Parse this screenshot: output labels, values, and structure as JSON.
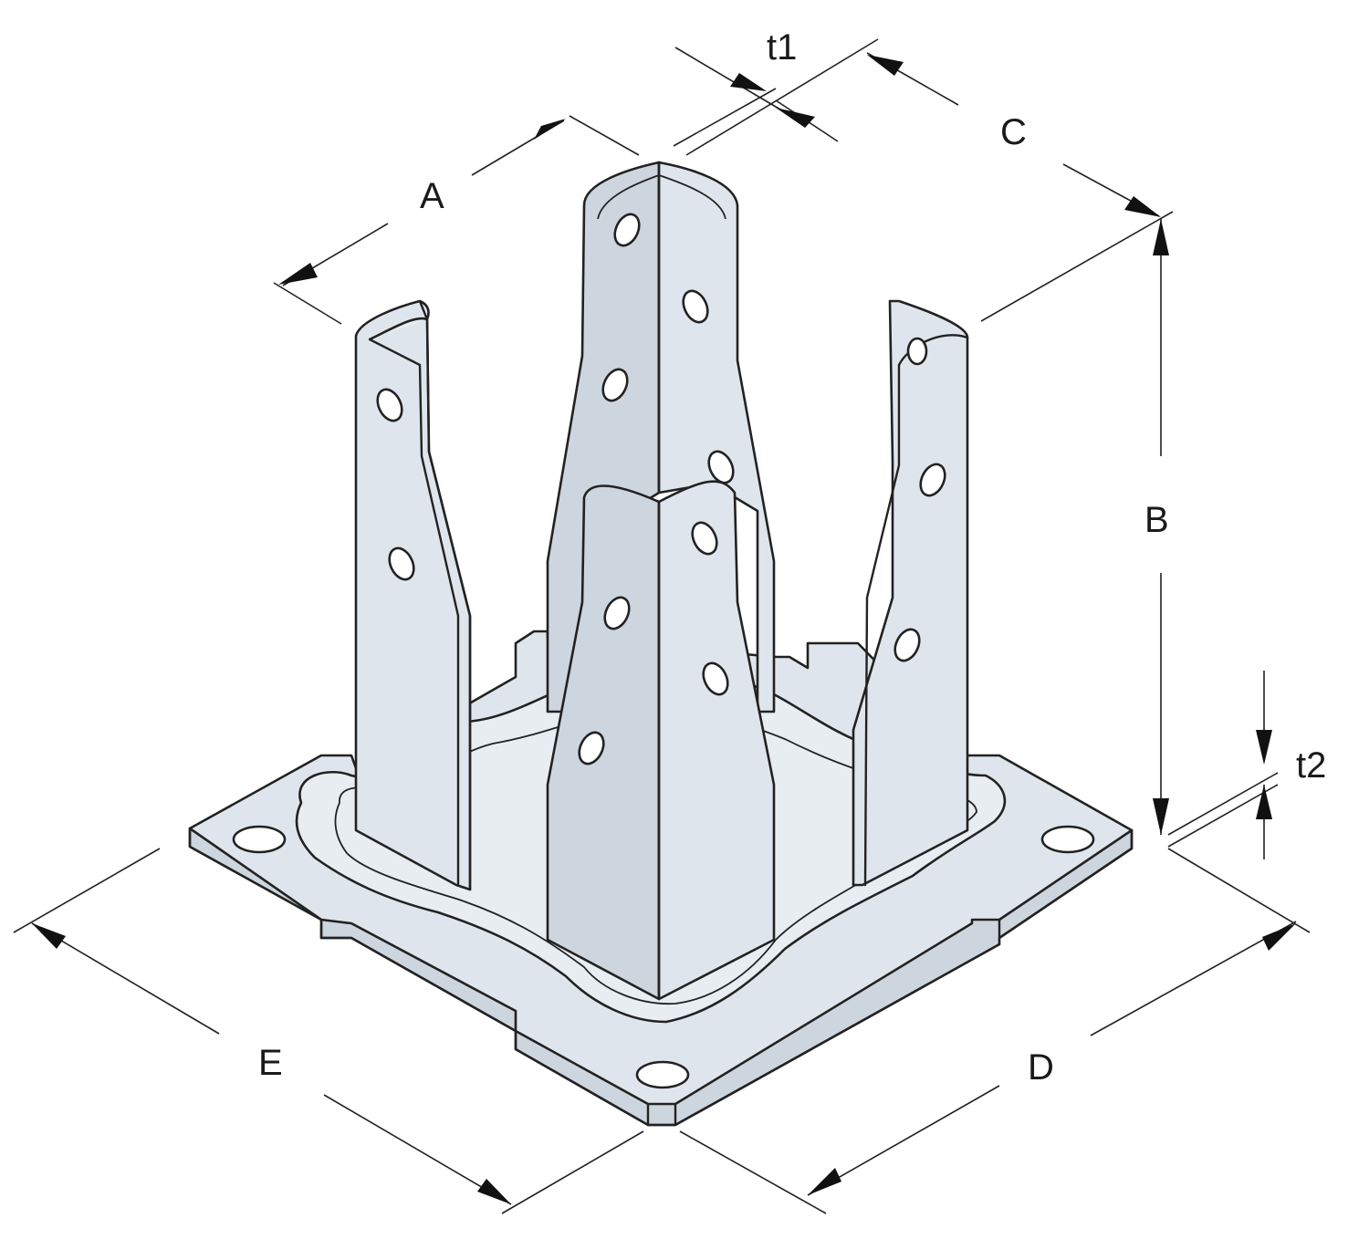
{
  "diagram": {
    "labels": {
      "A": "A",
      "B": "B",
      "C": "C",
      "D": "D",
      "E": "E",
      "t1": "t1",
      "t2": "t2"
    },
    "colors": {
      "metal": "#dfe5ec",
      "metal_shadow": "#cdd5de",
      "outline": "#222222",
      "background": "#ffffff"
    }
  }
}
